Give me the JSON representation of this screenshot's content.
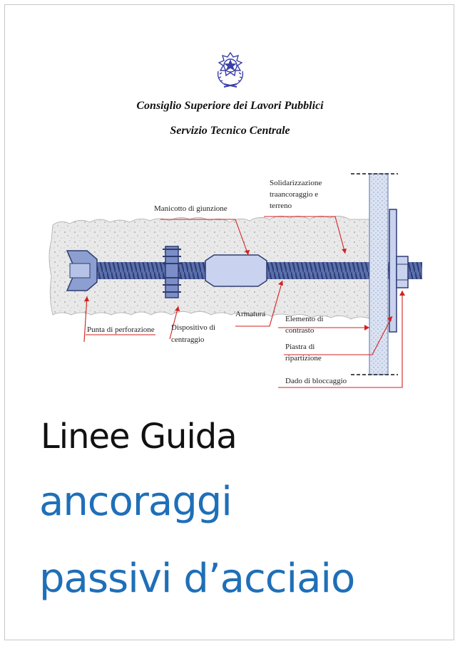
{
  "header": {
    "institution": "Consiglio Superiore dei Lavori Pubblici",
    "department": "Servizio Tecnico Centrale"
  },
  "diagram": {
    "labels": {
      "solidarization_1": "Solidarizzazione",
      "solidarization_2": "traancoraggio e",
      "solidarization_3": "terreno",
      "coupler": "Manicotto di giunzione",
      "drill_bit": "Punta di perforazione",
      "centering_1": "Dispositivo di",
      "centering_2": "centraggio",
      "rebar": "Armatura",
      "contrast_1": "Elemento di",
      "contrast_2": "contrasto",
      "plate_1": "Piastra di",
      "plate_2": "ripartizione",
      "nut": "Dado di bloccaggio"
    }
  },
  "title": {
    "line1": "Linee Guida",
    "line2": "ancoraggi",
    "line3": "passivi d’acciaio"
  },
  "colors": {
    "title_blue": "#1f6fb8",
    "leader_red": "#d22020",
    "steel_blue": "#4a5f9e"
  }
}
